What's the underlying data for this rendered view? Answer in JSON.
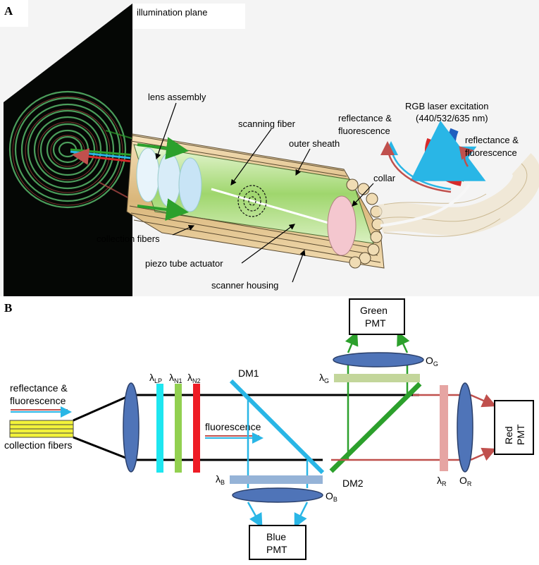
{
  "panels": {
    "a": "A",
    "b": "B"
  },
  "panel_a": {
    "illumination_plane": "illumination plane",
    "lens_assembly": "lens assembly",
    "scanning_fiber": "scanning fiber",
    "outer_sheath": "outer sheath",
    "collar": "collar",
    "collection_fibers": "collection fibers",
    "piezo_tube_actuator": "piezo tube actuator",
    "scanner_housing": "scanner housing",
    "rgb_title": "RGB laser excitation",
    "rgb_wavelengths": "(440/532/635 nm)",
    "refl_left_1": "reflectance &",
    "refl_left_2": "fluorescence",
    "refl_right_1": "reflectance &",
    "refl_right_2": "fluorescence"
  },
  "panel_b": {
    "input_1": "reflectance &",
    "input_2": "fluorescence",
    "collection_fibers": "collection fibers",
    "fluorescence": "fluorescence",
    "dm1": "DM1",
    "dm2": "DM2",
    "green_pmt": [
      "Green",
      "PMT"
    ],
    "blue_pmt": [
      "Blue",
      "PMT"
    ],
    "red_pmt": [
      "Red",
      "PMT"
    ],
    "filters": {
      "lp": {
        "main": "λ",
        "sub": "LP"
      },
      "n1": {
        "main": "λ",
        "sub": "N1"
      },
      "n2": {
        "main": "λ",
        "sub": "N2"
      },
      "g": {
        "main": "λ",
        "sub": "G"
      },
      "b": {
        "main": "λ",
        "sub": "B"
      },
      "r": {
        "main": "λ",
        "sub": "R"
      }
    },
    "objectives": {
      "g": {
        "main": "O",
        "sub": "G"
      },
      "b": {
        "main": "O",
        "sub": "B"
      },
      "r": {
        "main": "O",
        "sub": "R"
      }
    }
  },
  "colors": {
    "cyan_filter": "#1ee6f0",
    "green_filter": "#92d050",
    "red_filter": "#ee1c25",
    "green_path": "#2ca02c",
    "blue_path": "#29b6e6",
    "red_path": "#c0504d",
    "lens": "#4f74b8",
    "yellow_fibers": "#f2f23a"
  }
}
